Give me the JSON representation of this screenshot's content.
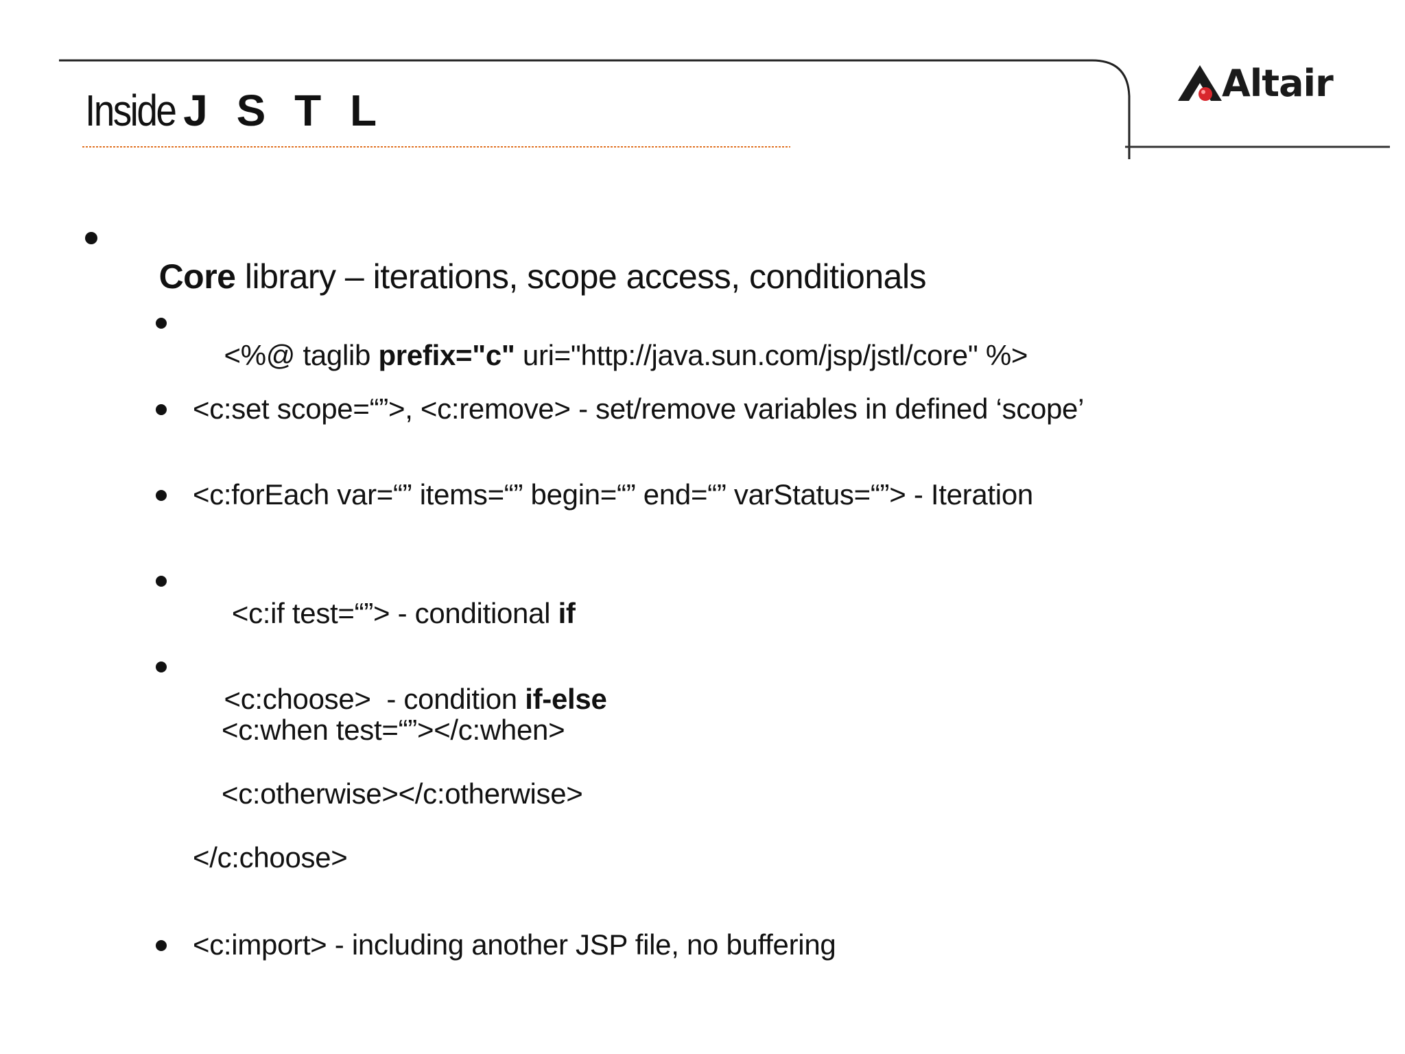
{
  "slide": {
    "title_prefix": "Inside",
    "title_main": "J S T L",
    "logo_text": "Altair"
  },
  "bullets": {
    "b1": {
      "bold": "Core",
      "rest": " library – iterations, scope access, conditionals"
    },
    "b2": {
      "pre": "<%@ taglib ",
      "bold": "prefix=\"c\"",
      "post": " uri=\"http://java.sun.com/jsp/jstl/core\" %>"
    },
    "b3": {
      "text": "<c:set scope=“”>, <c:remove> - set/remove variables in defined ‘scope’"
    },
    "b4": {
      "text": "<c:forEach var=“” items=“” begin=“” end=“” varStatus=“”> - Iteration"
    },
    "b5": {
      "pre": " <c:if test=“”> - conditional ",
      "bold": "if"
    },
    "b6": {
      "pre": "<c:choose>  - condition ",
      "bold": "if-else"
    },
    "b6_sub1": "<c:when test=“”></c:when>",
    "b6_sub2": "<c:otherwise></c:otherwise>",
    "b6_close": "</c:choose>",
    "b7": {
      "text": "<c:import> - including another JSP file, no buffering"
    }
  }
}
